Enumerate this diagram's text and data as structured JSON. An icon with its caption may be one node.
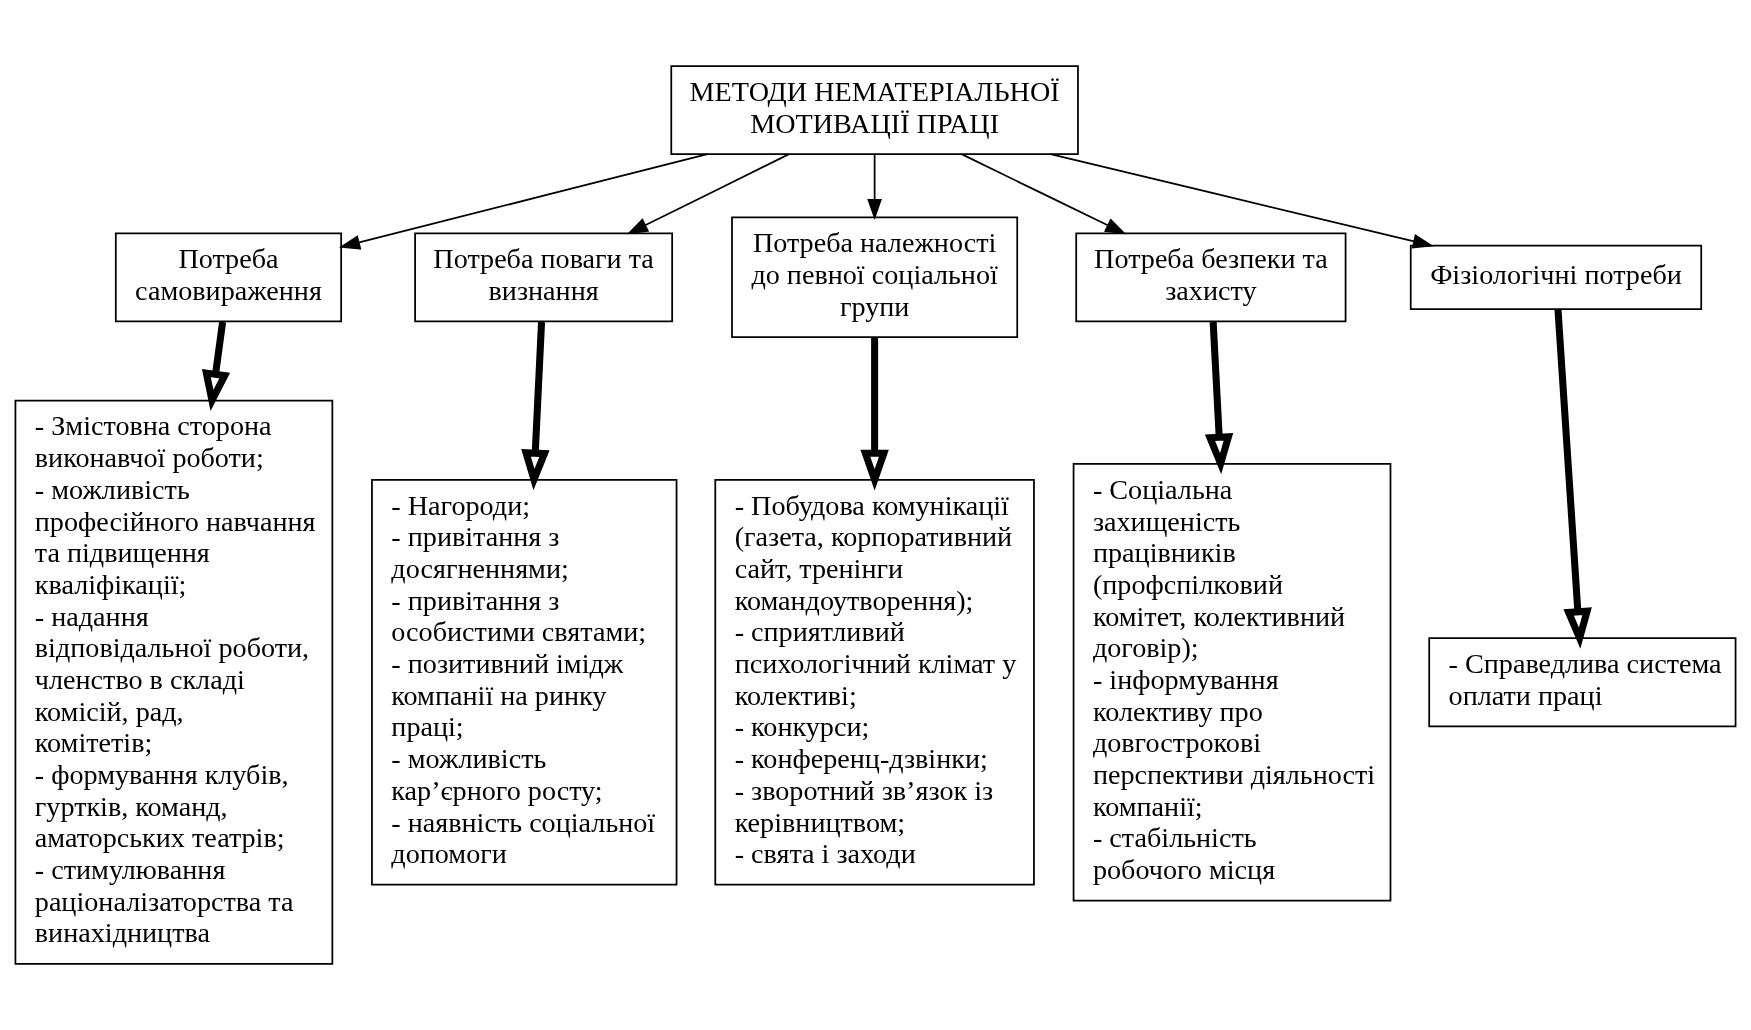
{
  "diagram": {
    "nodes": [
      {
        "text": [
          "МЕТОДИ НЕМАТЕРІАЛЬНОЇ МОТИВАЦІЇ ПРАЦІ"
        ]
      },
      {
        "text": [
          "Потреба самовираження"
        ]
      },
      {
        "text": [
          "Потреба поваги та визнання"
        ]
      },
      {
        "text": [
          "Потреба належності до певної соціальної групи"
        ]
      },
      {
        "text": [
          "Потреба безпеки та захисту"
        ]
      },
      {
        "text": [
          "Фізіологічні потреби"
        ]
      },
      {
        "text": [
          "- Змістовна сторона виконавчої роботи;",
          "- можливість професійного навчання та підвищення кваліфікації;",
          "- надання відповідальної роботи, членство в складі комісій, рад, комітетів;",
          "- формування клубів, гуртків, команд, аматорських театрів;",
          "- стимулювання раціоналізаторства та винахідництва"
        ]
      },
      {
        "text": [
          "- Нагороди;",
          "- привітання з досягненнями;",
          "- привітання з особистими святами;",
          "- позитивний імідж компанії на ринку праці;",
          "- можливість кар’єрного росту;",
          "- наявність соціальної допомоги"
        ]
      },
      {
        "text": [
          "- Побудова комунікації (газета, корпоративний сайт, тренінги командоутворення);",
          "- сприятливий психологічний клімат у колективі;",
          "- конкурси;",
          "- конференц-дзвінки;",
          "- зворотний зв’язок із керівництвом;",
          "- свята і заходи"
        ]
      },
      {
        "text": [
          "- Соціальна захищеність працівників (профспілковий комітет, колективний договір);",
          "- інформування колективу про довгострокові перспективи діяльності компанії;",
          "- стабільність робочого місця"
        ]
      },
      {
        "text": [
          "- Справедлива система оплати праці"
        ]
      }
    ],
    "edges": [
      {
        "from": 0,
        "to": 1,
        "arrow": "to"
      },
      {
        "from": 0,
        "to": 2,
        "arrow": "to"
      },
      {
        "from": 0,
        "to": 3,
        "arrow": "to"
      },
      {
        "from": 0,
        "to": 4,
        "arrow": "to"
      },
      {
        "from": 0,
        "to": 5,
        "arrow": "to"
      },
      {
        "from": 1,
        "to": 6,
        "arrow": "to",
        "style": "thick"
      },
      {
        "from": 2,
        "to": 7,
        "arrow": "to",
        "style": "thick"
      },
      {
        "from": 3,
        "to": 8,
        "arrow": "to",
        "style": "thick"
      },
      {
        "from": 4,
        "to": 9,
        "arrow": "to",
        "style": "thick"
      },
      {
        "from": 5,
        "to": 10,
        "arrow": "to",
        "style": "thick"
      }
    ]
  }
}
